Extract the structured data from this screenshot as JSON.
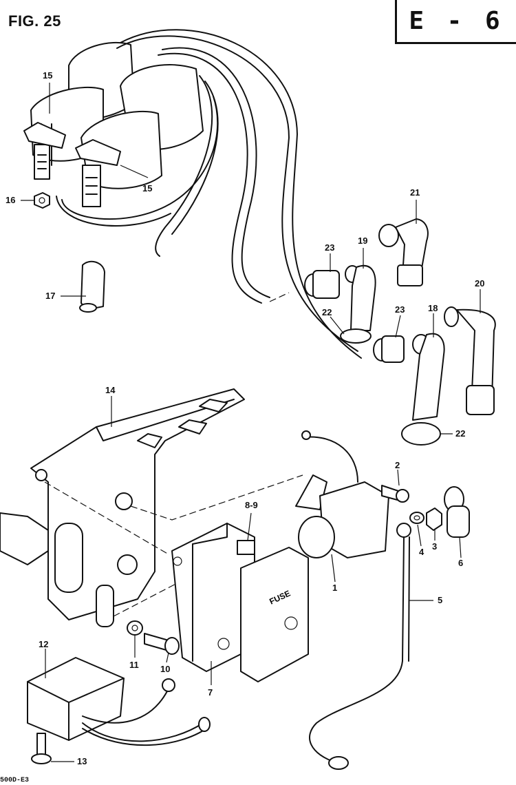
{
  "figure": {
    "title": "FIG. 25",
    "sheet_code": "E - 6",
    "footer_code": "500D-E3"
  },
  "parts": [
    {
      "ref": "15",
      "component": "ignition-coil"
    },
    {
      "ref": "15",
      "component": "ignition-coil"
    },
    {
      "ref": "16",
      "component": "nut"
    },
    {
      "ref": "17",
      "component": "clamp"
    },
    {
      "ref": "21",
      "component": "plug-cap"
    },
    {
      "ref": "19",
      "component": "plug-cap"
    },
    {
      "ref": "23",
      "component": "cap-seal"
    },
    {
      "ref": "22",
      "component": "grommet"
    },
    {
      "ref": "23",
      "component": "cap-seal"
    },
    {
      "ref": "18",
      "component": "plug-cap"
    },
    {
      "ref": "20",
      "component": "plug-cap"
    },
    {
      "ref": "22",
      "component": "grommet"
    },
    {
      "ref": "14",
      "component": "bracket"
    },
    {
      "ref": "2",
      "component": "bolt"
    },
    {
      "ref": "8-9",
      "component": "fuse"
    },
    {
      "ref": "4",
      "component": "washer"
    },
    {
      "ref": "3",
      "component": "nut"
    },
    {
      "ref": "6",
      "component": "terminal-cap"
    },
    {
      "ref": "1",
      "component": "starter-relay"
    },
    {
      "ref": "5",
      "component": "ground-lead"
    },
    {
      "ref": "11",
      "component": "washer"
    },
    {
      "ref": "10",
      "component": "screw"
    },
    {
      "ref": "7",
      "component": "fuse-box"
    },
    {
      "ref": "12",
      "component": "regulator-rectifier"
    },
    {
      "ref": "13",
      "component": "bolt"
    }
  ],
  "fuse_cover_text": "FUSE"
}
